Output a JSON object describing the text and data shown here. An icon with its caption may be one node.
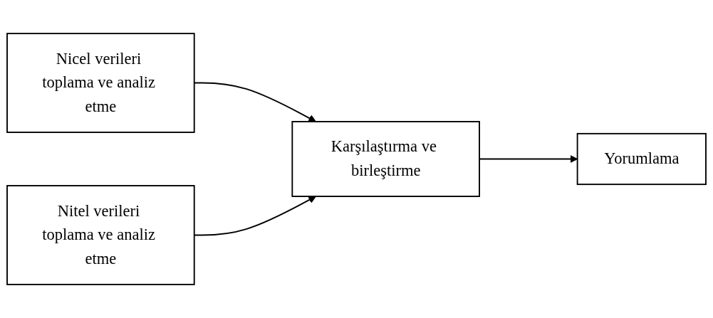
{
  "diagram": {
    "nodes": [
      {
        "text": [
          "Nicel verileri toplama ve analiz etme"
        ]
      },
      {
        "text": [
          "Nitel verileri toplama ve analiz etme"
        ]
      },
      {
        "text": [
          "Karşılaştırma ve birleştirme"
        ]
      },
      {
        "text": [
          "Yorumlama"
        ]
      }
    ],
    "edges": [
      {
        "from": 0,
        "to": 2,
        "arrow": "to"
      },
      {
        "from": 1,
        "to": 2,
        "arrow": "to"
      },
      {
        "from": 2,
        "to": 3,
        "arrow": "to"
      }
    ]
  }
}
